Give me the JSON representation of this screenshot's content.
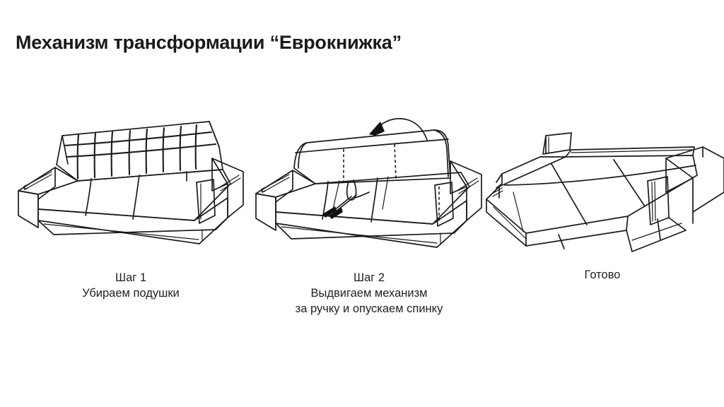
{
  "page": {
    "title": "Механизм трансформации “Еврокнижка”",
    "background_color": "#ffffff",
    "ink_color": "#1a1a1a",
    "text_color": "#1f1f1f"
  },
  "steps": [
    {
      "id": "step-1",
      "figure_name": "sofa-folded-tufted",
      "caption_lines": [
        "Шаг 1",
        "Убираем подушки"
      ]
    },
    {
      "id": "step-2",
      "figure_name": "sofa-mechanism-pullout",
      "caption_lines": [
        "Шаг 2",
        "Выдвигаем механизм",
        "за ручку и опускаем спинку"
      ],
      "annotations": [
        {
          "name": "backrest-fold-arrow",
          "direction": "up-left-curved"
        },
        {
          "name": "seat-pull-double-arrow",
          "direction": "down-left"
        },
        {
          "name": "pull-handle-strap",
          "direction": "none"
        }
      ]
    },
    {
      "id": "step-3",
      "figure_name": "sofa-unfolded-bed",
      "caption_lines": [
        "Готово"
      ]
    }
  ]
}
